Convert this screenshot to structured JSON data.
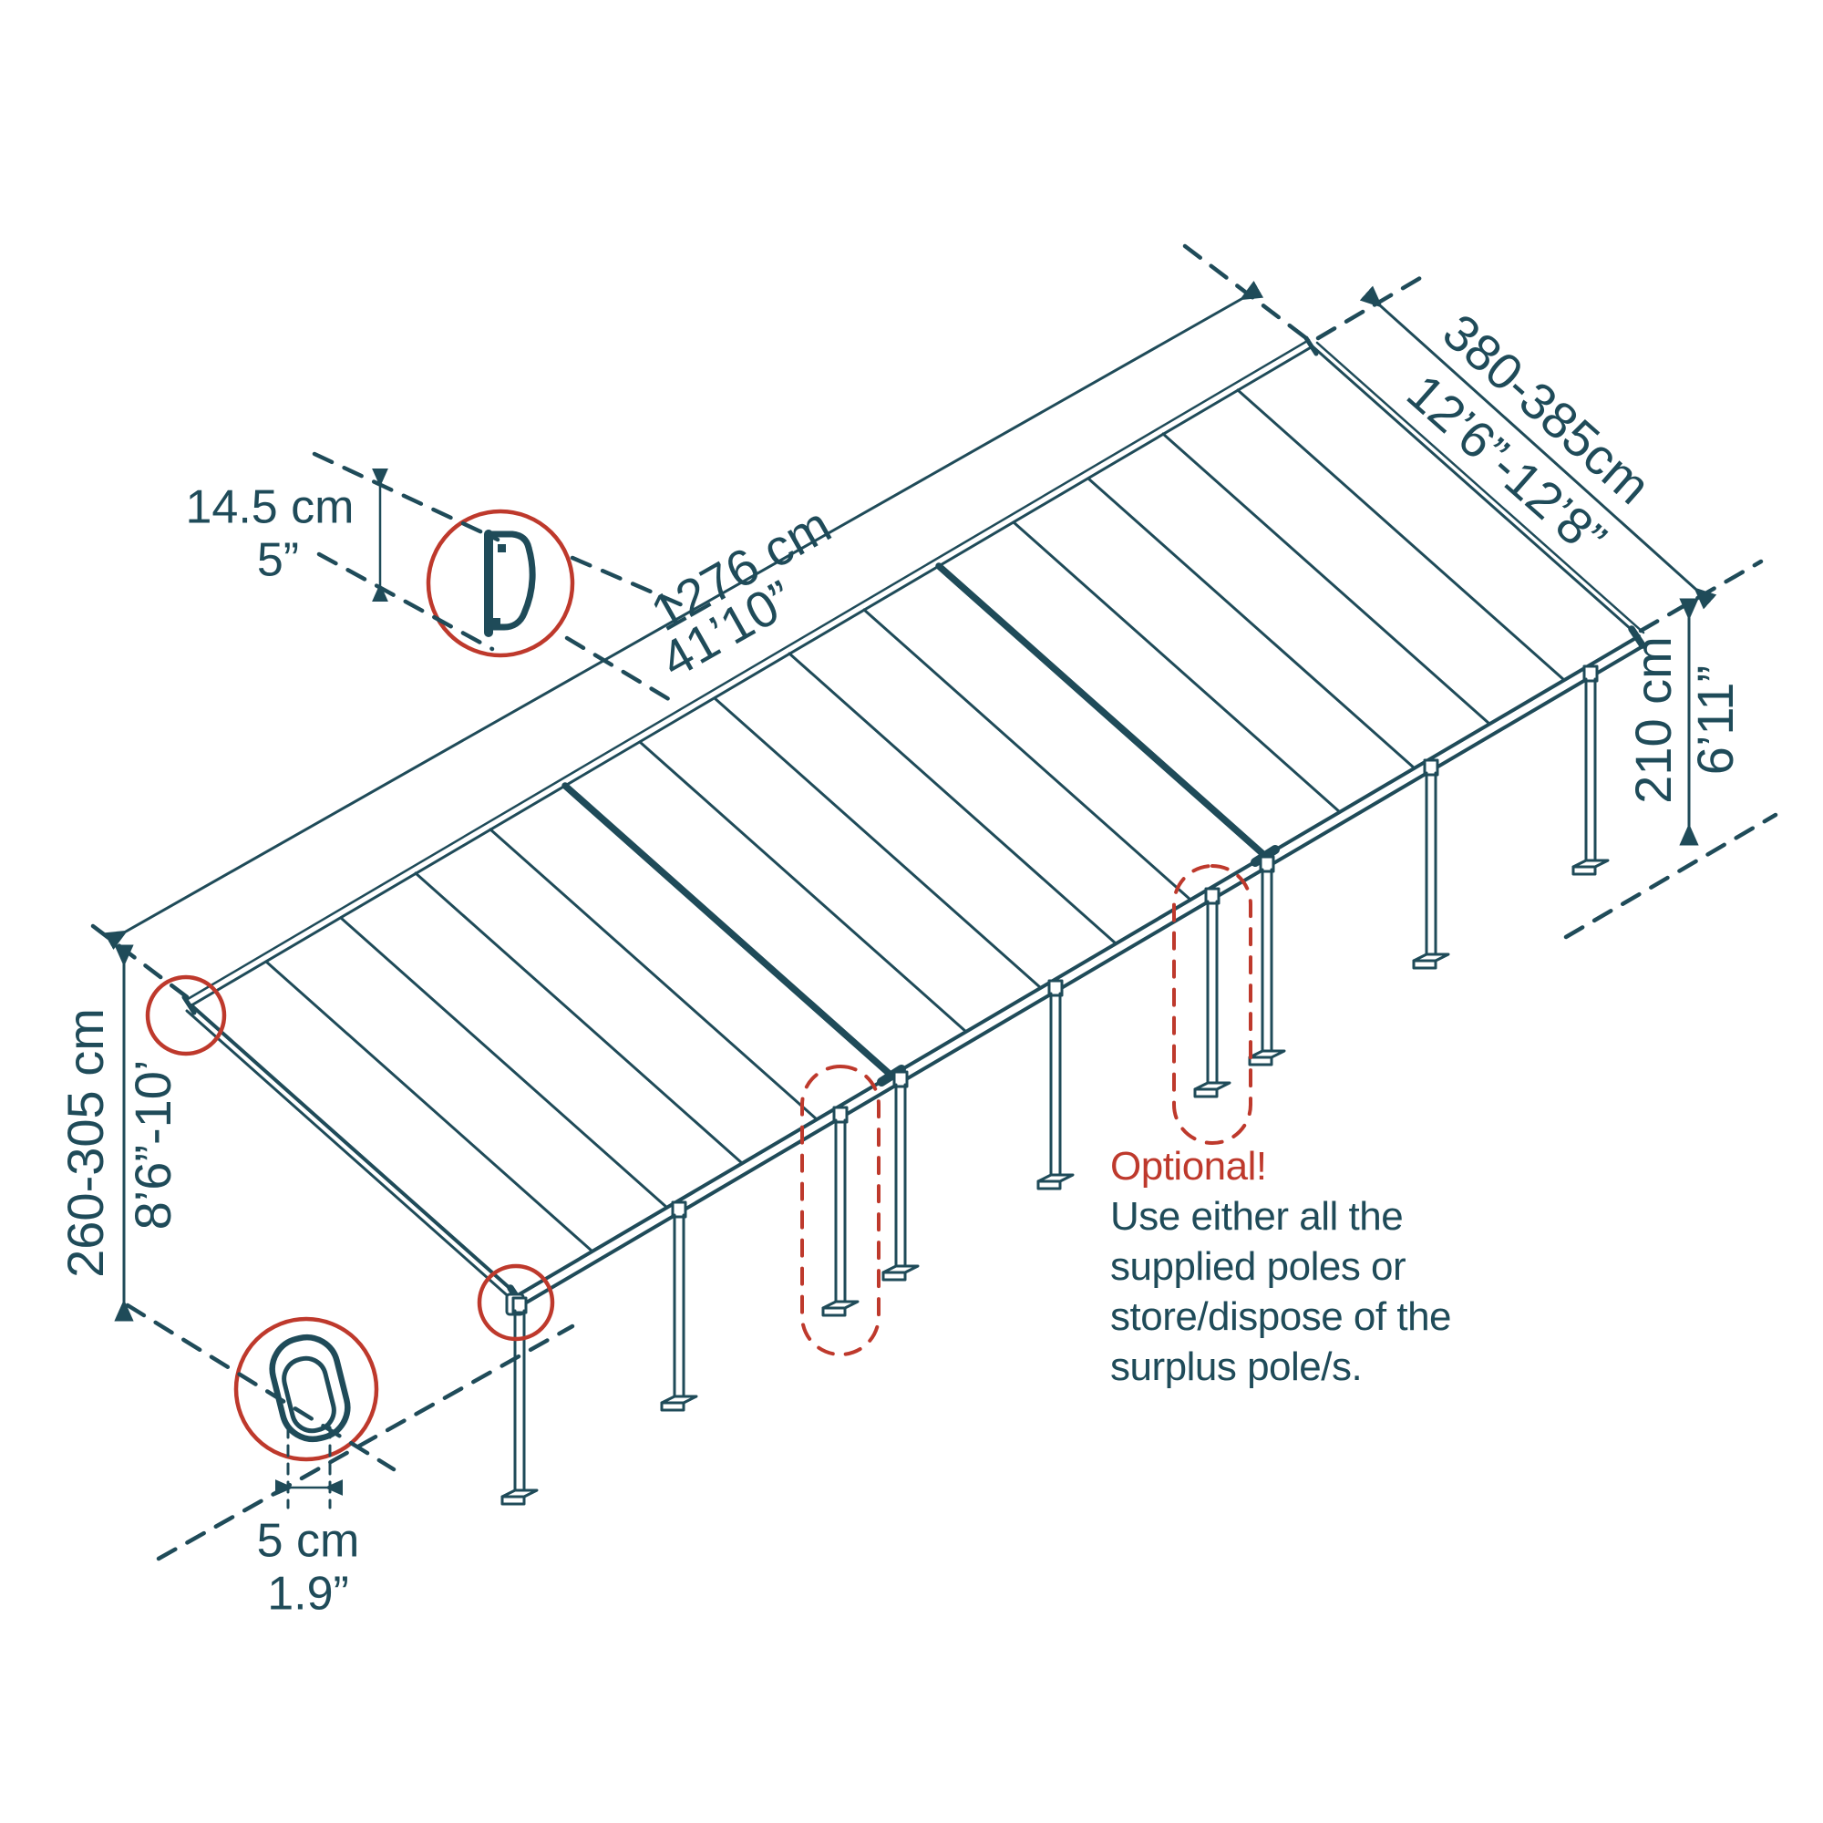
{
  "diagram": {
    "title": "patio-cover-dimension-diagram",
    "colors": {
      "line": "#1F4B59",
      "accent_red": "#BE392C",
      "background": "#FFFFFF"
    },
    "dimensions": {
      "length": {
        "metric": "1276 cm",
        "imperial": "41’10”"
      },
      "depth": {
        "metric": "380-385cm",
        "imperial": "12’6”-12’8”"
      },
      "front_height": {
        "metric": "210 cm",
        "imperial": "6’11”"
      },
      "back_height": {
        "metric": "260-305 cm",
        "imperial": "8’6”-10’"
      },
      "gutter_profile": {
        "metric": "14.5 cm",
        "imperial": "5”"
      },
      "pole_profile": {
        "metric": "5 cm",
        "imperial": "1.9”"
      }
    },
    "note": {
      "title": "Optional!",
      "body_lines": [
        "Use either all the",
        "supplied poles or",
        "store/dispose of the",
        "surplus pole/s."
      ]
    }
  }
}
